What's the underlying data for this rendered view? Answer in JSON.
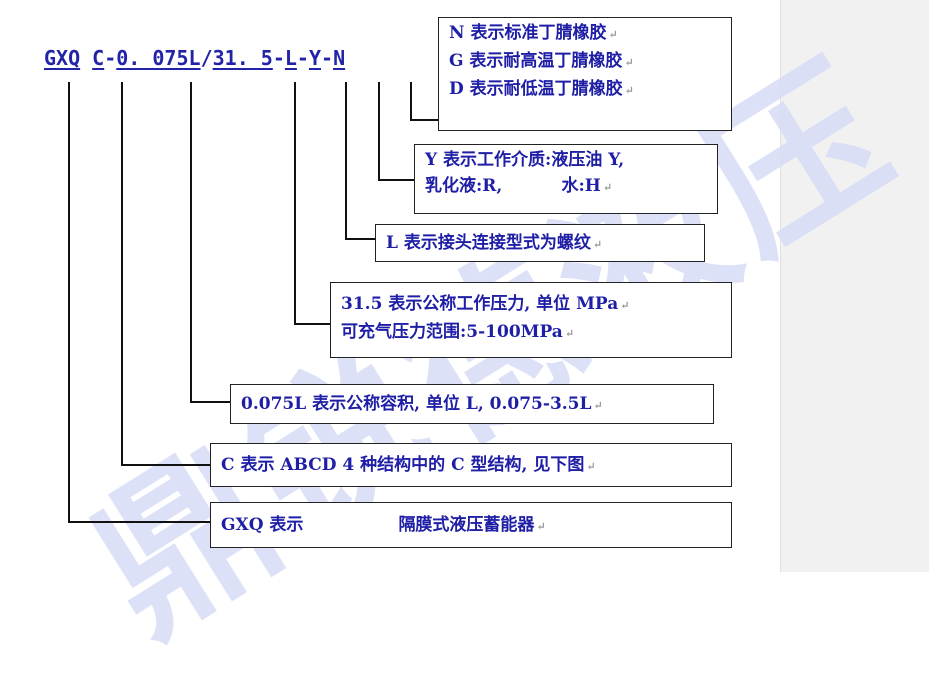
{
  "watermark": "鼎锐德液压",
  "model": {
    "p1": "GXQ",
    "p2": "C",
    "sep1": "-",
    "p3": "0. 075L",
    "slash": "/",
    "p4": "31. 5",
    "sep2": "-",
    "p5": "L",
    "sep3": "-",
    "p6": "Y",
    "sep4": "-",
    "p7": "N"
  },
  "boxes": {
    "rubber": [
      "N 表示标准丁腈橡胶",
      "G 表示耐高温丁腈橡胶",
      "D 表示耐低温丁腈橡胶"
    ],
    "medium": [
      "Y 表示工作介质:液压油 Y,",
      "乳化液:R,          水:H"
    ],
    "thread": [
      "L 表示接头连接型式为螺纹"
    ],
    "pressure": [
      "31.5 表示公称工作压力, 单位 MPa",
      "可充气压力范围:5-100MPa"
    ],
    "volume": [
      "0.075L 表示公称容积, 单位 L, 0.075-3.5L"
    ],
    "structure": [
      "C 表示 ABCD 4 种结构中的 C 型结构, 见下图"
    ],
    "type": {
      "prefix": "GXQ 表示",
      "suffix": "隔膜式液压蓄能器"
    }
  },
  "para_mark": "↵"
}
